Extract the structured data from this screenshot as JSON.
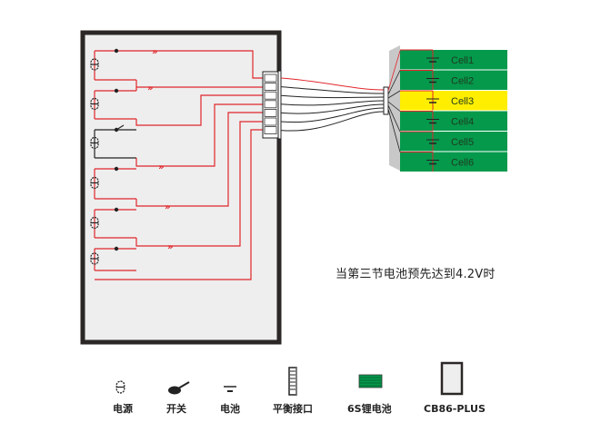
{
  "caption": "当第三节电池预先达到4.2V时",
  "colors": {
    "wire_red": "#e0262b",
    "wire_black": "#222222",
    "cell_green": "#05994c",
    "cell_highlight": "#ffee00",
    "board_fill": "#eeeeee",
    "board_border": "#2b2726"
  },
  "battery_pack": {
    "cells": [
      {
        "label": "Cell1",
        "highlighted": false
      },
      {
        "label": "Cell2",
        "highlighted": false
      },
      {
        "label": "Cell3",
        "highlighted": true
      },
      {
        "label": "Cell4",
        "highlighted": false
      },
      {
        "label": "Cell5",
        "highlighted": false
      },
      {
        "label": "Cell6",
        "highlighted": false
      }
    ]
  },
  "board": {
    "channels": [
      {
        "index": 1,
        "switch_state": "closed",
        "wire_color": "red",
        "flow_marker": true
      },
      {
        "index": 2,
        "switch_state": "closed",
        "wire_color": "red",
        "flow_marker": true
      },
      {
        "index": 3,
        "switch_state": "open",
        "wire_color": "black",
        "flow_marker": false
      },
      {
        "index": 4,
        "switch_state": "closed",
        "wire_color": "red",
        "flow_marker": true
      },
      {
        "index": 5,
        "switch_state": "closed",
        "wire_color": "red",
        "flow_marker": true
      },
      {
        "index": 6,
        "switch_state": "closed",
        "wire_color": "red",
        "flow_marker": true
      }
    ],
    "connector_pins": 7
  },
  "legend": [
    {
      "icon": "power-source-icon",
      "label": "电源"
    },
    {
      "icon": "switch-icon",
      "label": "开关"
    },
    {
      "icon": "battery-icon",
      "label": "电池"
    },
    {
      "icon": "balance-port-icon",
      "label": "平衡接口"
    },
    {
      "icon": "lipo-pack-icon",
      "label": "6S锂电池"
    },
    {
      "icon": "board-icon",
      "label": "CB86-PLUS"
    }
  ]
}
